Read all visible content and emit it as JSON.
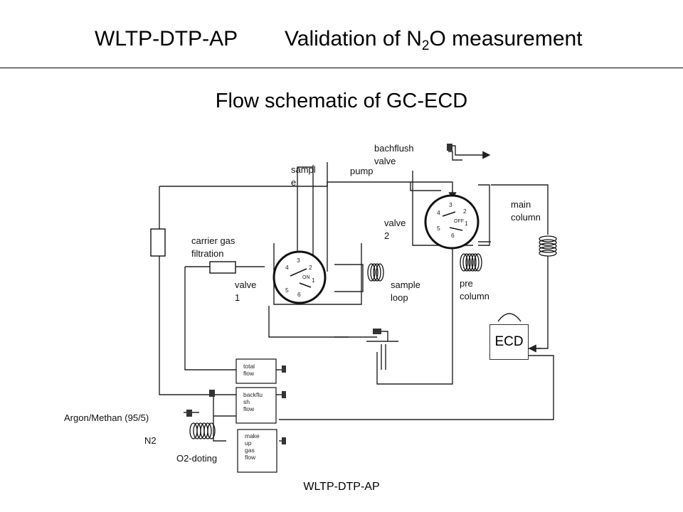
{
  "header": {
    "left_title": "WLTP-DTP-AP",
    "main_title_prefix": "Validation of N",
    "main_title_subscript": "2",
    "main_title_suffix": "O measurement"
  },
  "diagram": {
    "title": "Flow schematic of GC-ECD",
    "labels": {
      "backflush_valve": "bachflush\nvalve",
      "sample": "sampl\ne",
      "pump": "pump",
      "valve2": "valve\n2",
      "main_column": "main\ncolumn",
      "carrier_gas": "carrier gas\nfiltration",
      "valve1": "valve\n1",
      "sample_loop": "sample\nloop",
      "pre_column": "pre\ncolumn",
      "ecd": "ECD",
      "total_flow": "total\nflow",
      "backflush_flow": "backflu\nsh\nflow",
      "makeup_gas_flow": "make\nup\ngas\nflow",
      "argon_methan": "Argon/Methan (95/5)",
      "n2": "N2",
      "o2_doting": "O2-doting"
    },
    "valve1_ports": [
      "1",
      "2",
      "3",
      "4",
      "5",
      "6"
    ],
    "valve1_state": "ON",
    "valve2_ports": [
      "1",
      "2",
      "3",
      "4",
      "5",
      "6"
    ],
    "valve2_state": "OFF"
  },
  "footer": {
    "text": "WLTP-DTP-AP"
  }
}
